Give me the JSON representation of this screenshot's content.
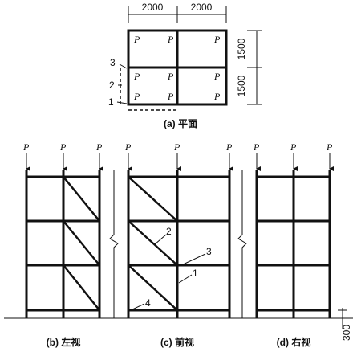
{
  "plan": {
    "caption": "(a) 平面",
    "dim_top_left": "2000",
    "dim_top_right": "2000",
    "dim_right_top": "1500",
    "dim_right_bottom": "1500",
    "load_label": "P",
    "callout_3": "3",
    "callout_2": "2",
    "callout_1": "1"
  },
  "views": {
    "load_label": "P",
    "left_caption": "(b) 左视",
    "front_caption": "(c) 前视",
    "right_caption": "(d) 右视",
    "callout_1": "1",
    "callout_2": "2",
    "callout_3": "3",
    "callout_4": "4",
    "ground_dim": "300"
  }
}
